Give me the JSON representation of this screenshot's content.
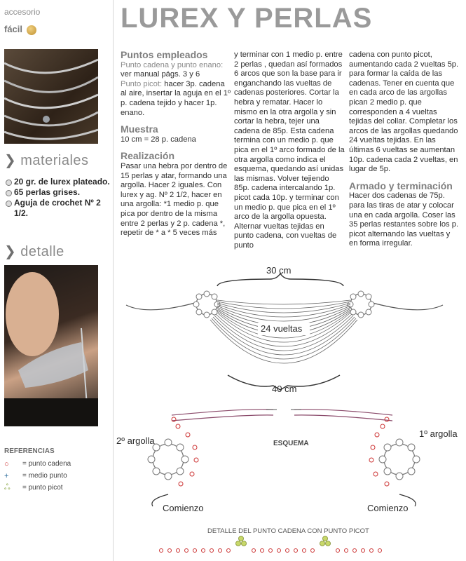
{
  "sidebar": {
    "category": "accesorio",
    "difficulty": "fácil",
    "materials_heading": "materiales",
    "materials": [
      "20 gr. de lurex plateado.",
      "65 perlas grises.",
      "Aguja de crochet Nº 2 1/2."
    ],
    "detail_heading": "detalle",
    "references": {
      "title": "REFERENCIAS",
      "items": [
        {
          "symbol": "○",
          "label": "= punto cadena"
        },
        {
          "symbol": "+",
          "label": "= medio punto"
        },
        {
          "symbol": "ஃ",
          "label": "= punto picot"
        }
      ]
    }
  },
  "title": "LUREX Y PERLAS",
  "col1": {
    "h1": "Puntos empleados",
    "p1a": "Punto cadena y punto enano:",
    "p1b": "ver manual págs. 3 y 6",
    "p1c": "Punto picot:",
    "p1d": "hacer 3p. cadena al aire, insertar la aguja en el 1º p. cadena tejido y hacer 1p. enano.",
    "h2": "Muestra",
    "p2": "10 cm = 28 p. cadena",
    "h3": "Realización",
    "p3": "Pasar una hebra por dentro de 15 perlas y atar, formando una argolla. Hacer 2 iguales. Con lurex y ag. Nº 2 1/2, hacer en una argolla: *1 medio p. que pica por dentro de la misma entre 2 perlas y 2 p. cadena *, repetir de * a * 5 veces más"
  },
  "col2": {
    "p1": "y terminar con 1 medio p. entre 2 perlas , quedan así formados 6 arcos que son la base para ir enganchando las vueltas de cadenas posteriores. Cortar la hebra y rematar. Hacer lo mismo en la otra argolla y sin cortar la hebra, tejer una cadena de 85p. Esta cadena termina con un medio p. que pica en el 1º arco formado de la otra argolla como indica el esquema, quedando así unidas las mismas. Volver tejiendo 85p. cadena intercalando 1p. picot cada 10p. y terminar con un medio p. que pica en el 1º arco de la argolla opuesta. Alternar vueltas tejidas en punto cadena, con vueltas de punto"
  },
  "col3": {
    "p1": "cadena con punto picot, aumentando cada 2 vueltas 5p. para formar la caída de las cadenas. Tener en cuenta que en cada arco de las argollas pican 2 medio p. que corresponden a 4 vueltas tejidas del collar. Completar los arcos de las argollas quedando 24 vueltas tejidas. En las últimas 6 vueltas se aumentan 10p. cadena cada 2 vueltas, en lugar de 5p.",
    "h1": "Armado y terminación",
    "p2": "Hacer dos cadenas de 75p. para las tiras de atar y colocar una en cada argolla. Coser las 35 perlas restantes sobre los p. picot alternando las vueltas y en forma irregular."
  },
  "diagram": {
    "top_width": "30 cm",
    "rows": "24 vueltas",
    "bottom_width": "40 cm",
    "ring_left": "2º argolla",
    "ring_right": "1º argolla",
    "schema": "ESQUEMA",
    "start_left": "Comienzo",
    "start_right": "Comienzo",
    "detail_caption": "DETALLE DEL PUNTO CADENA CON PUNTO PICOT"
  }
}
